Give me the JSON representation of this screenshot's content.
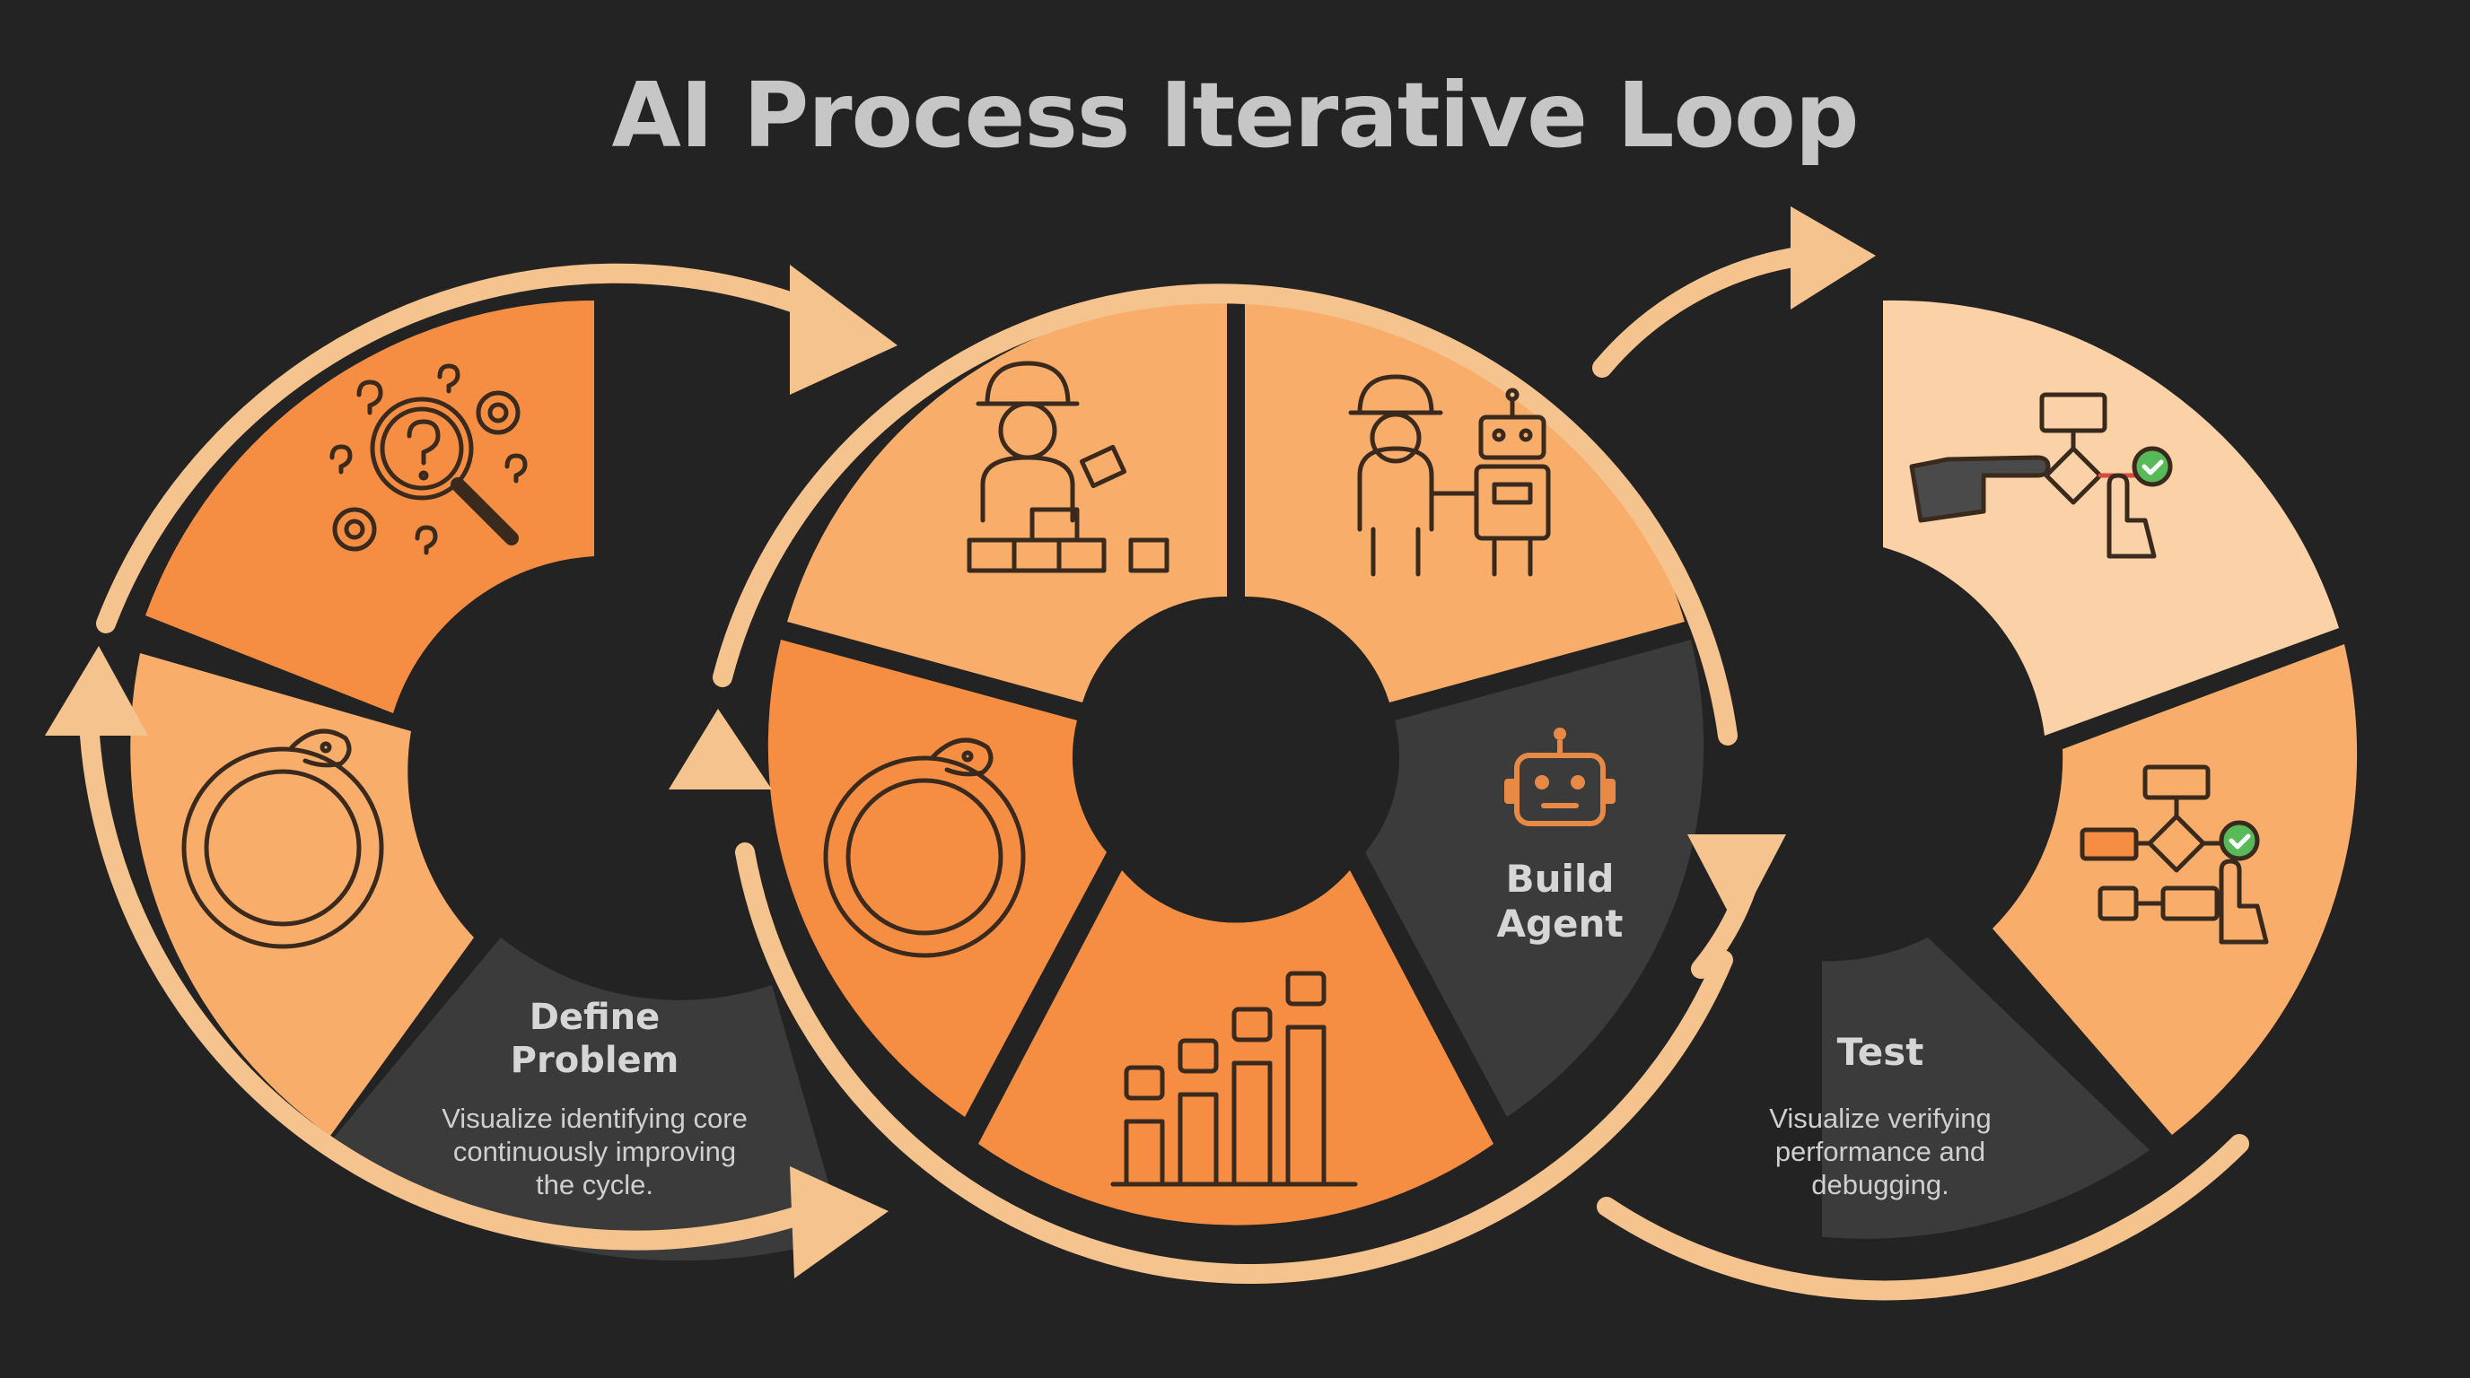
{
  "title": "AI Process Iterative Loop",
  "colors": {
    "background": "#232323",
    "dark_segment": "#3b3b3b",
    "orange": "#f58e42",
    "light_orange": "#f8ad6a",
    "pale_orange": "#fbd2a8",
    "arrow": "#f5c38e",
    "title_text": "#c6c6c6"
  },
  "stages": [
    {
      "label": "Define Problem",
      "label_lines": [
        "Define",
        "Problem"
      ],
      "description_lines": [
        "Visualize identifying core",
        "continuously improving",
        "the cycle."
      ],
      "icons": [
        "magnifier-question-gears-icon",
        "ouroboros-icon"
      ]
    },
    {
      "label": "Build Agent",
      "label_lines": [
        "Build",
        "Agent"
      ],
      "description_lines": [],
      "icons": [
        "worker-building-blocks-icon",
        "worker-with-robot-icon",
        "robot-head-icon",
        "robots-bar-chart-icon",
        "ouroboros-icon"
      ]
    },
    {
      "label": "Test",
      "label_lines": [
        "Test"
      ],
      "description_lines": [
        "Visualize verifying",
        "performance and",
        "debugging."
      ],
      "icons": [
        "hand-pointing-flowchart-icon",
        "flowchart-check-icon"
      ]
    }
  ]
}
